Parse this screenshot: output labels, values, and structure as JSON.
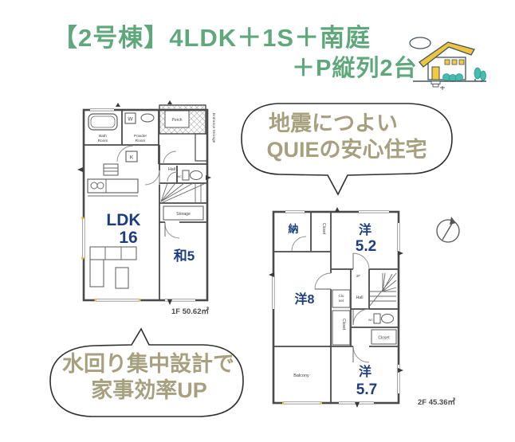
{
  "title": {
    "line1": "【2号棟】4LDK＋1S＋南庭",
    "line2": "＋P縦列2台"
  },
  "bubbles": {
    "quake": {
      "line1": "地震につよい",
      "line2": "QUIEの安心住宅"
    },
    "water": {
      "line1": "水回り集中設計で",
      "line2": "家事効率UP"
    }
  },
  "floor1": {
    "area": "1F 50.62㎡",
    "ldk": "LDK",
    "ldk_size": "16",
    "washitsu": "和5",
    "bath1": "Bath",
    "bath2": "Room",
    "powder1": "Powder",
    "powder2": "Room",
    "w": "W",
    "k": "K",
    "porch": "Porch",
    "hall": "Hall",
    "wc": "WC",
    "storage": "Storage",
    "entrance_storage": "Entrance Storage"
  },
  "floor2": {
    "area": "2F 45.36㎡",
    "nou": "納",
    "yo52_k": "洋",
    "yo52_n": "5.2",
    "yo8": "洋8",
    "yo57_k": "洋",
    "yo57_n": "5.7",
    "hall": "Hall",
    "floor_mark": "2F",
    "wc": "WC",
    "closet_top": "Closet",
    "closet_mid": "Closet",
    "closet_br": "Closet",
    "clo1": "Clo",
    "clo2": "set",
    "balcony": "Balcony"
  },
  "icons": {
    "house": "house-illustration",
    "compass": "north-compass"
  },
  "colors": {
    "title_green": "#5fa87c",
    "room_navy": "#1c3e80",
    "bubble_olive": "#a6a07f",
    "plan_line": "#4a4a4a",
    "roof_yellow": "#edc63e",
    "bush_teal": "#45bcae"
  }
}
